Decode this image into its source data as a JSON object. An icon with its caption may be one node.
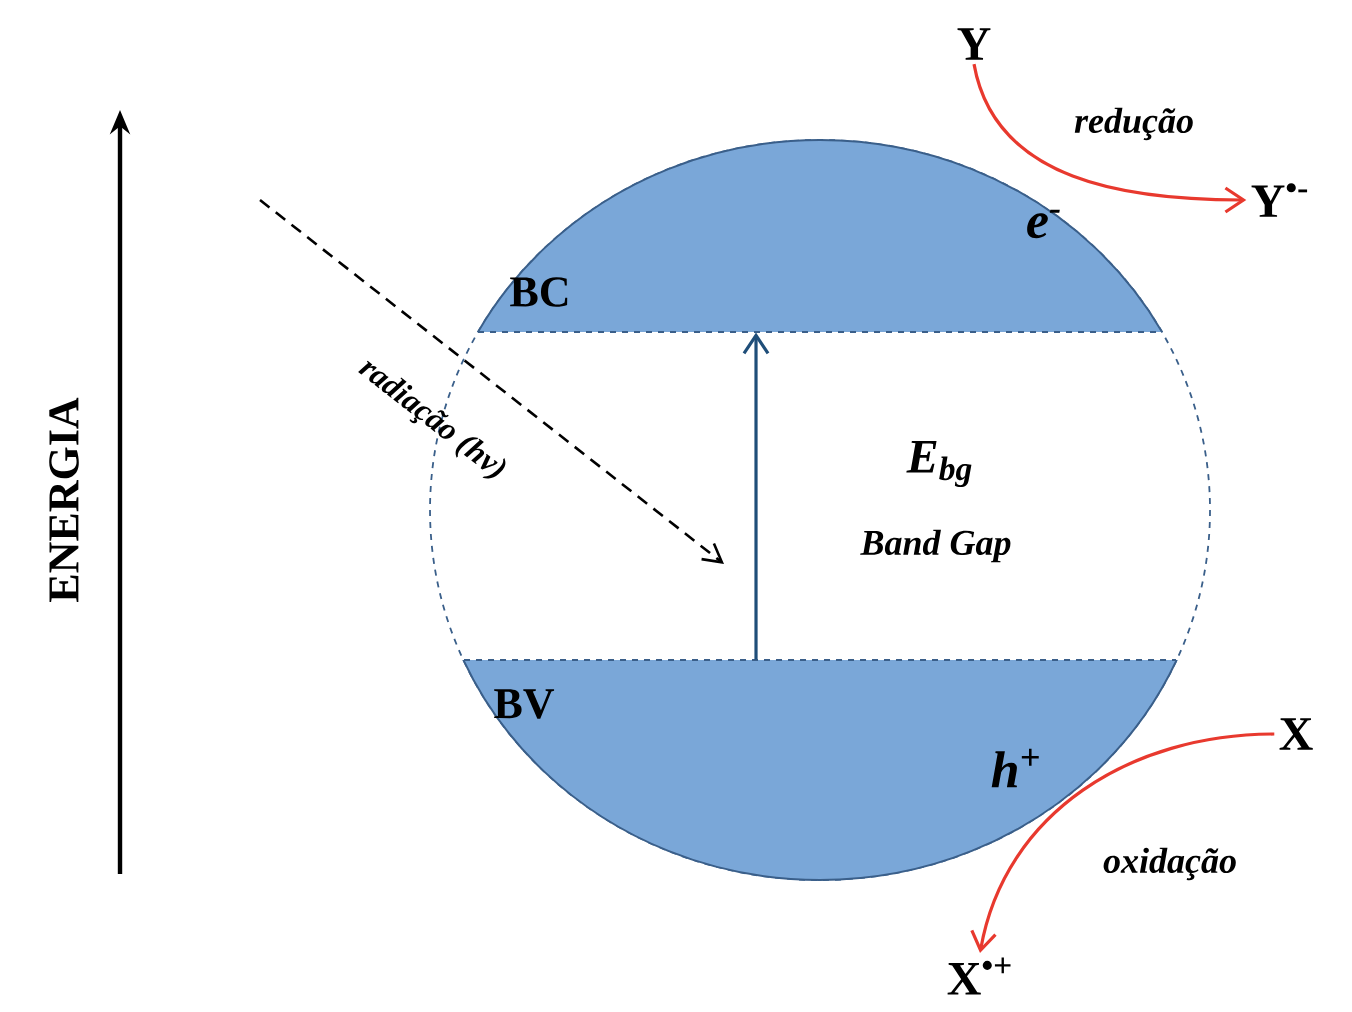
{
  "diagram": {
    "nodes": [
      {
        "text": [
          "BC",
          "e$^{-}$"
        ]
      },
      {
        "text": [
          "BV",
          "h$^{+}$"
        ]
      },
      {
        "text": [
          "Y"
        ]
      },
      {
        "text": [
          "Y$^{•-}$"
        ]
      },
      {
        "text": [
          "X"
        ]
      },
      {
        "text": [
          "X$^{•+}$"
        ]
      }
    ],
    "edges": [
      {
        "from": 1,
        "to": 0,
        "arrow": "to",
        "color": "#1f4e79"
      },
      {
        "from": 2,
        "to": 3,
        "arrow": "to",
        "label": "redução",
        "color": "#e8392e"
      },
      {
        "from": 4,
        "to": 5,
        "arrow": "to",
        "label": "oxidação",
        "color": "#e8392e"
      }
    ],
    "labels": [
      "ENERGIA",
      "radiação (hν)",
      "E$_{bg}$",
      "Band Gap"
    ]
  }
}
